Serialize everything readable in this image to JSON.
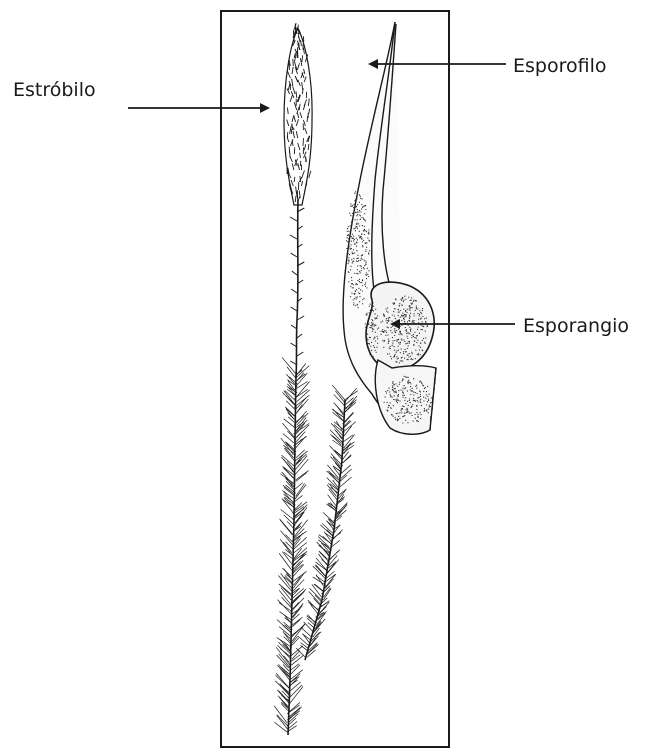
{
  "labels": {
    "strobilus": "Estróbilo",
    "sporophyll": "Esporofilo",
    "sporangium": "Esporangio"
  },
  "colors": {
    "ink": "#1a1a1a",
    "paper": "#ffffff",
    "stipple": "#2b2b2b"
  }
}
